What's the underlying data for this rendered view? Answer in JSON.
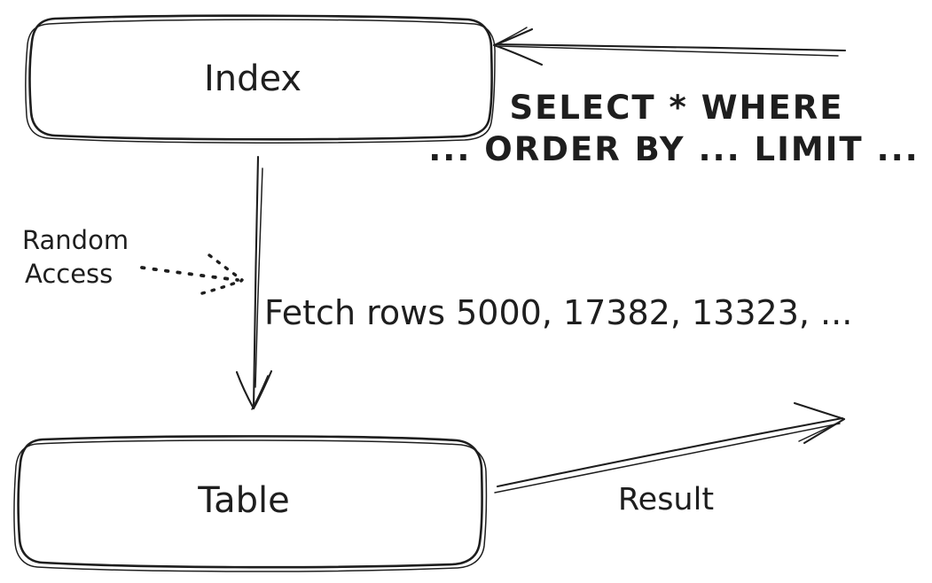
{
  "diagram": {
    "nodes": {
      "index": {
        "label": "Index"
      },
      "table": {
        "label": "Table"
      }
    },
    "labels": {
      "query_line1": "SELECT * WHERE",
      "query_line2": "... ORDER BY ... LIMIT ...",
      "fetch": "Fetch rows 5000, 17382, 13323, ...",
      "random_line1": "Random",
      "random_line2": "Access",
      "result": "Result"
    },
    "colors": {
      "node_fill": "#FCE588",
      "stroke": "#1E1E1E",
      "background": "#FFFFFF"
    }
  }
}
